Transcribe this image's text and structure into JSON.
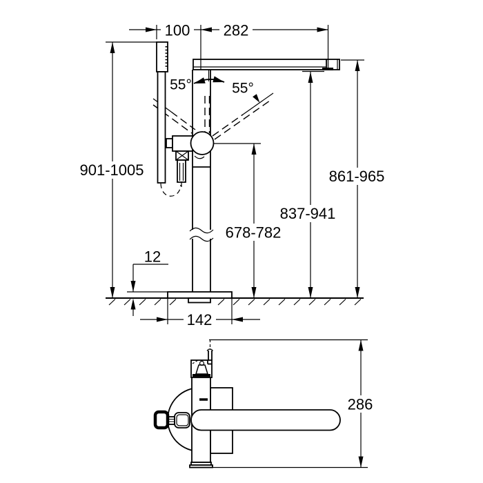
{
  "drawing_type": "technical-dimension-drawing",
  "colors": {
    "line": "#000000",
    "background": "#ffffff"
  },
  "dimensions": {
    "top_offset": "100",
    "spout_reach": "282",
    "swivel_left": "55°",
    "swivel_right": "55°",
    "height_handshower": "901-1005",
    "height_spout_top": "861-965",
    "height_outlet": "837-941",
    "height_lever": "678-782",
    "base_thickness": "12",
    "base_width": "142",
    "plan_depth": "286"
  }
}
